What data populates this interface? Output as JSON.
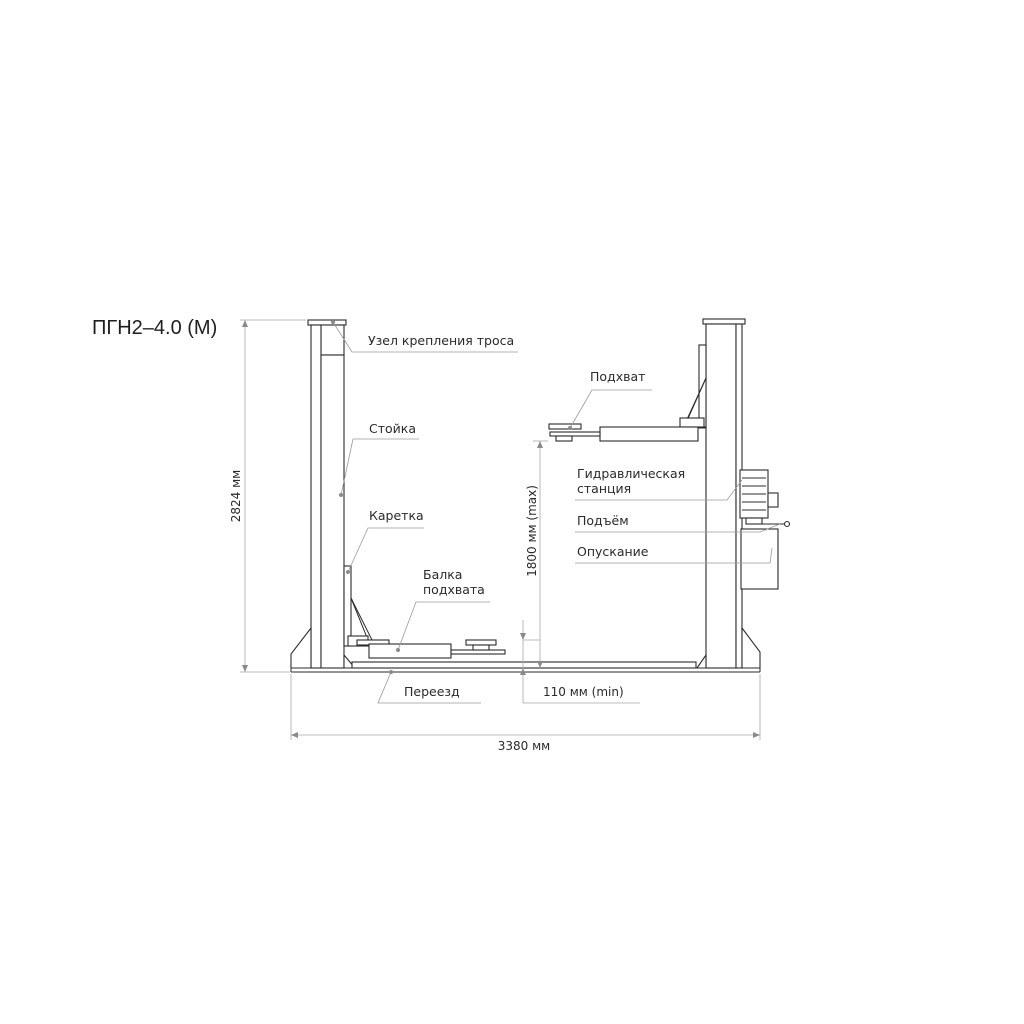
{
  "title": "ПГН2–4.0 (М)",
  "labels": {
    "cable_mount": "Узел крепления троса",
    "post": "Стойка",
    "carriage": "Каретка",
    "beam_line1": "Балка",
    "beam_line2": "подхвата",
    "pickup": "Подхват",
    "hydraulic_line1": "Гидравлическая",
    "hydraulic_line2": "станция",
    "raise": "Подъём",
    "lower": "Опускание",
    "ramp": "Переезд"
  },
  "dimensions": {
    "height": "2824 мм",
    "width": "3380 мм",
    "lift_max": "1800 мм (max)",
    "lift_min": "110 мм (min)"
  },
  "colors": {
    "line": "#2b2b2b",
    "leader": "#9a9a9a",
    "dimension": "#a8a8a8"
  }
}
